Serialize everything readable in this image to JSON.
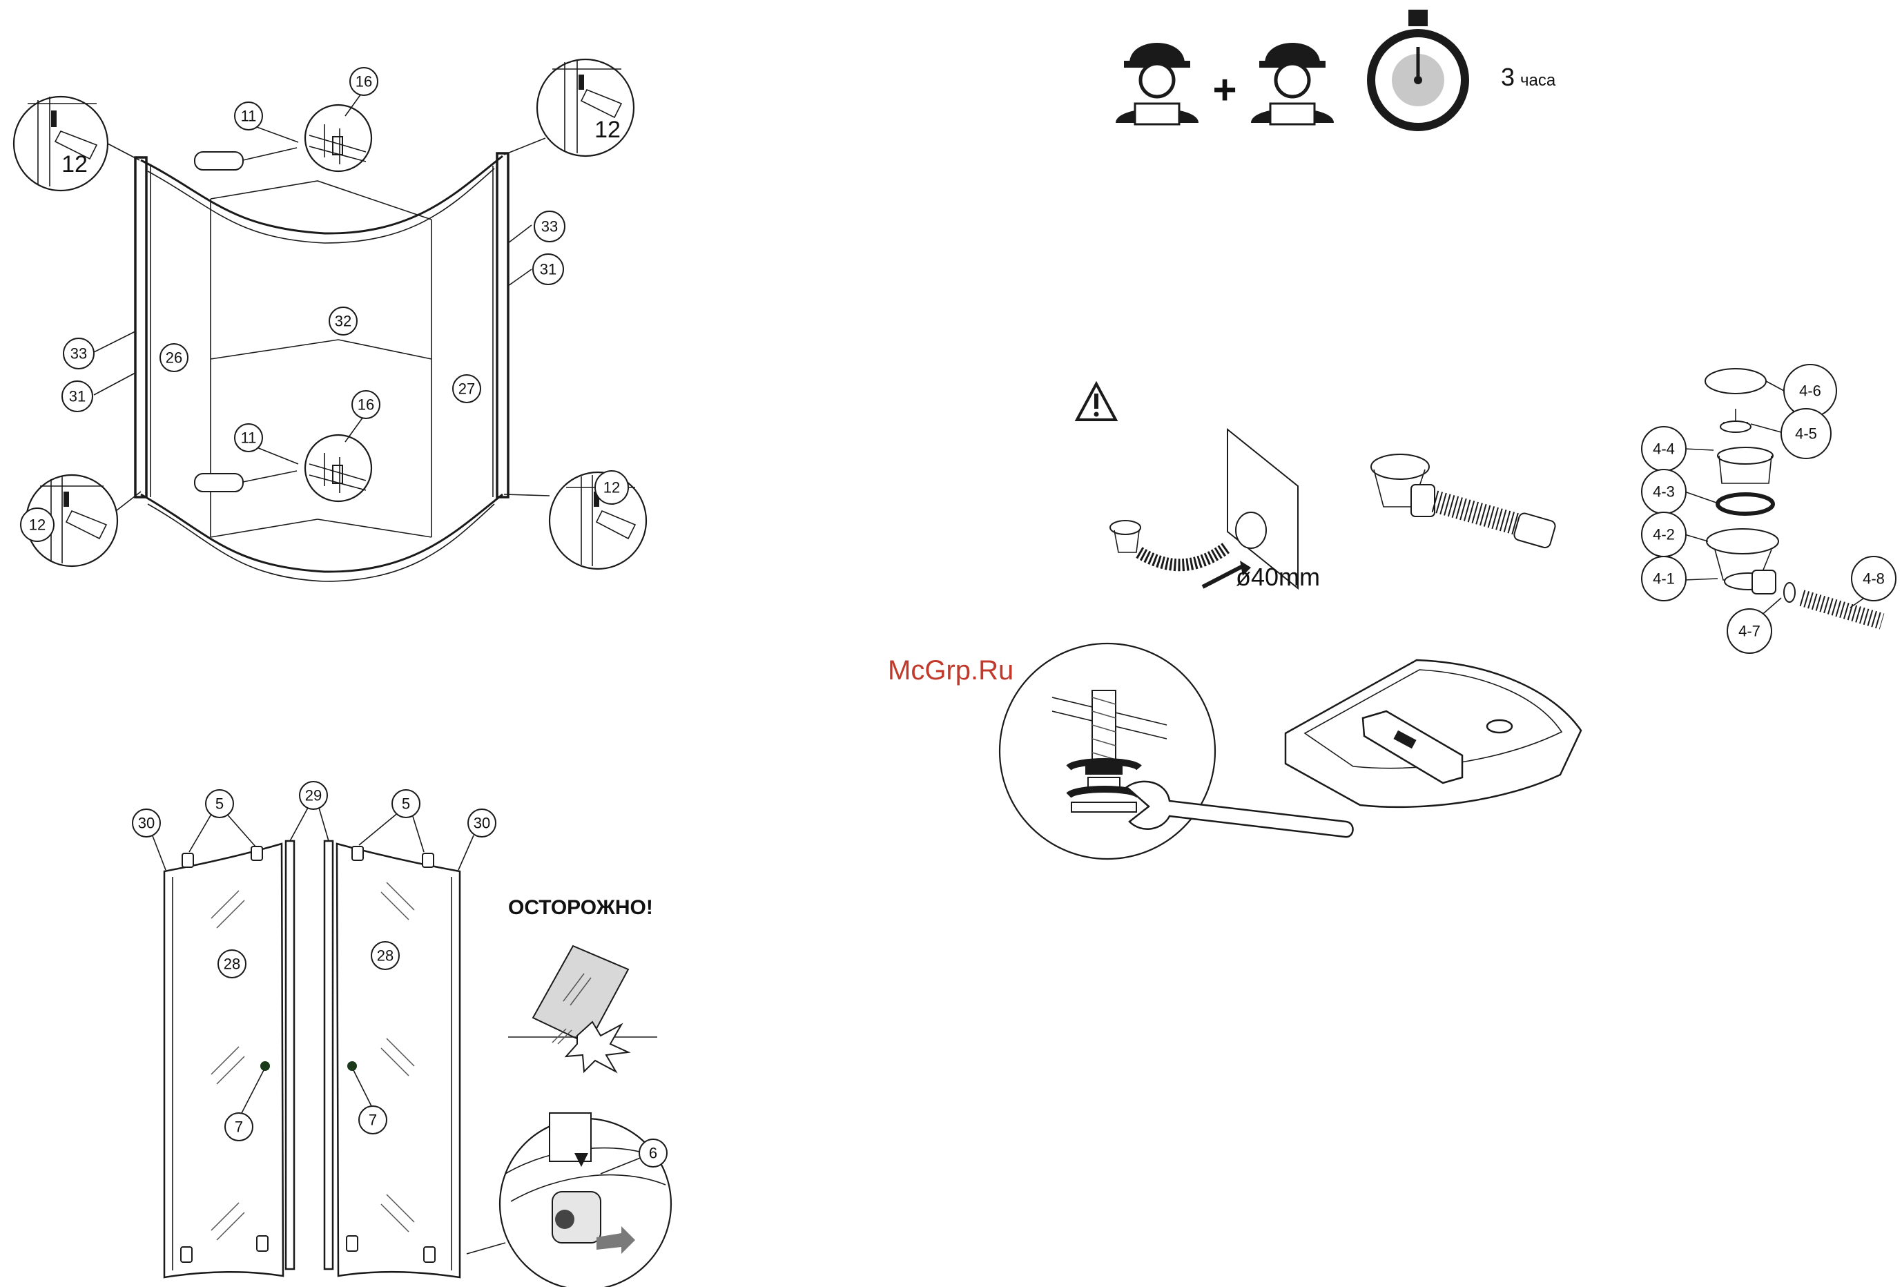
{
  "watermark": "McGrp.Ru",
  "header": {
    "plus_sign": "+",
    "time_value": "3",
    "time_unit": "часа",
    "icons": [
      "worker-icon",
      "worker-icon",
      "stopwatch-icon"
    ]
  },
  "frame_diagram": {
    "callouts": {
      "c11a": "11",
      "c16a": "16",
      "c12a": "12",
      "c12b": "12",
      "c33a": "33",
      "c31a": "31",
      "c33b": "33",
      "c31b": "31",
      "c26": "26",
      "c32": "32",
      "c27": "27",
      "c11b": "11",
      "c16b": "16",
      "c12c": "12",
      "c12d": "12"
    }
  },
  "door_diagram": {
    "callouts": {
      "c30a": "30",
      "c5a": "5",
      "c29": "29",
      "c5b": "5",
      "c30b": "30",
      "c28a": "28",
      "c28b": "28",
      "c7a": "7",
      "c7b": "7",
      "c6": "6"
    },
    "warning_title": "ОСТОРОЖНО!"
  },
  "drain_diagram": {
    "warning_icon": "warning-triangle-icon",
    "pipe_diameter": "ø40mm",
    "callouts": {
      "c46": "4-6",
      "c45": "4-5",
      "c44": "4-4",
      "c43": "4-3",
      "c42": "4-2",
      "c41": "4-1",
      "c47": "4-7",
      "c48": "4-8"
    }
  },
  "colors": {
    "ink": "#1a1a1a",
    "watermark": "#c0392b",
    "paper": "#ffffff"
  }
}
